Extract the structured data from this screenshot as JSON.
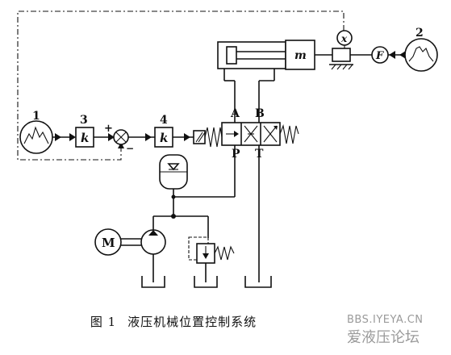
{
  "figure": {
    "caption_number": "图 1",
    "caption_text": "液压机械位置控制系统"
  },
  "watermark": {
    "url": "BBS.IYEYA.CN",
    "site_name": "爱液压论坛"
  },
  "labels": {
    "signal_source_1": "1",
    "signal_source_2": "2",
    "gain_block_3": "3",
    "gain_block_4": "4",
    "gain_k": "k",
    "mass": "m",
    "displacement_sensor": "x",
    "force": "F",
    "plus": "+",
    "minus": "−",
    "port_a": "A",
    "port_b": "B",
    "port_p": "P",
    "port_t": "T",
    "motor": "M"
  }
}
